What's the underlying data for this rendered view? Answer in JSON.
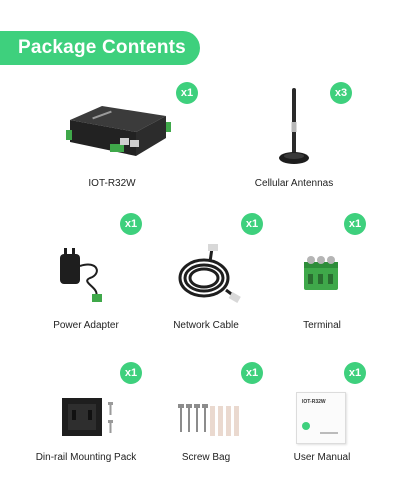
{
  "header": {
    "title": "Package Contents"
  },
  "items": [
    {
      "name": "IOT-R32W",
      "qty": "x1"
    },
    {
      "name": "Cellular Antennas",
      "qty": "x3"
    },
    {
      "name": "Power Adapter",
      "qty": "x1"
    },
    {
      "name": "Network Cable",
      "qty": "x1"
    },
    {
      "name": "Terminal",
      "qty": "x1"
    },
    {
      "name": "Din-rail Mounting Pack",
      "qty": "x1"
    },
    {
      "name": "Screw Bag",
      "qty": "x1"
    },
    {
      "name": "User Manual",
      "qty": "x1"
    }
  ],
  "manual": {
    "cover_title": "IOT-R32W"
  },
  "colors": {
    "accent": "#3ed07d",
    "device": "#2a2a2a",
    "terminal": "#3fa84a"
  }
}
